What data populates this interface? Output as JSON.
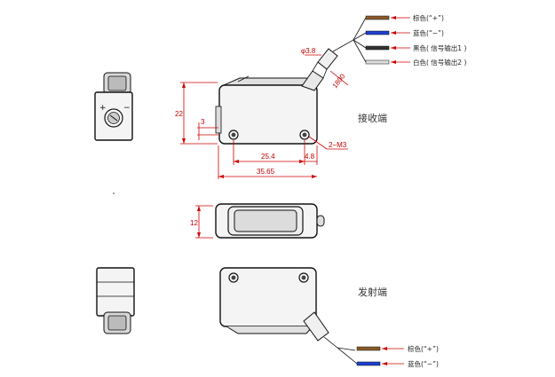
{
  "receiver": {
    "title": "接收端",
    "wires": [
      {
        "label": "棕色(“+”)",
        "color": "#8b5a2b"
      },
      {
        "label": "蓝色(“−”)",
        "color": "#1e40d0"
      },
      {
        "label": "黑色( 信号输出1 )",
        "color": "#333333"
      },
      {
        "label": "白色( 信号输出2 )",
        "color": "#dddddd"
      }
    ]
  },
  "emitter": {
    "title": "发射端",
    "wires": [
      {
        "label": "棕色(“+”)",
        "color": "#8b5a2b"
      },
      {
        "label": "蓝色(“−”)",
        "color": "#1e40d0"
      }
    ]
  },
  "dimensions": {
    "height": "22",
    "offset": "3",
    "hole_spacing": "25.4",
    "edge": "4.8",
    "length": "35.65",
    "thickness": "12",
    "cable_dia": "φ3.8",
    "cable_len": "1800",
    "holes": "2−M3"
  }
}
